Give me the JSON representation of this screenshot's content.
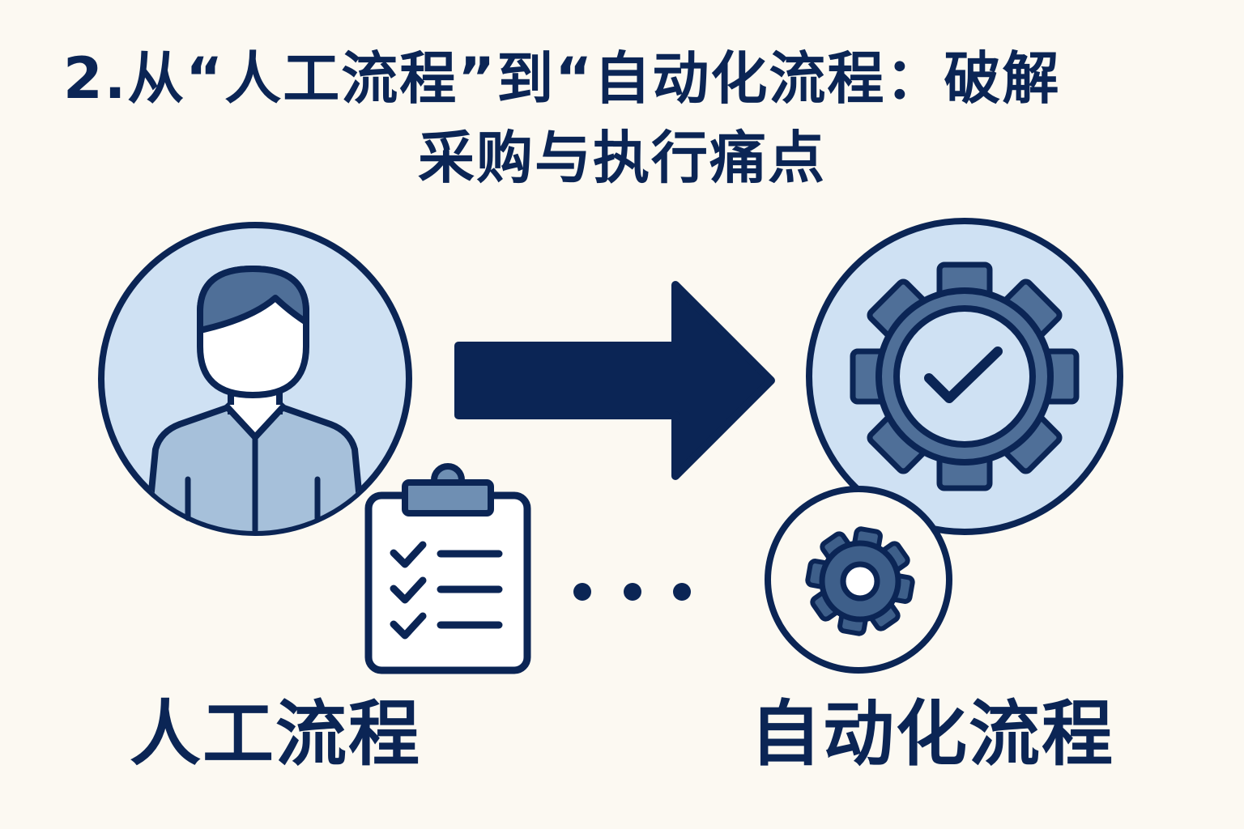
{
  "title": {
    "line1": "2.从“人工流程”到“自动化流程：破解",
    "line2": "采购与执行痛点"
  },
  "labels": {
    "manual": "人工流程",
    "automated": "自动化流程"
  },
  "icons": {
    "manual_person": "person-icon",
    "checklist": "clipboard-checklist-icon",
    "transition": "arrow-right-icon",
    "continuation": "ellipsis-dots-icon",
    "automation_main": "gear-check-icon",
    "automation_small": "gear-icon"
  },
  "colors": {
    "background": "#FCF9F2",
    "navy": "#0B2555",
    "light_blue": "#CFE1F3",
    "mid_blue": "#A6C0DA",
    "steel_blue": "#4F6F98",
    "dark_steel": "#3E5F8A",
    "clip_blue": "#6F8FB3",
    "white": "#FFFFFF"
  }
}
